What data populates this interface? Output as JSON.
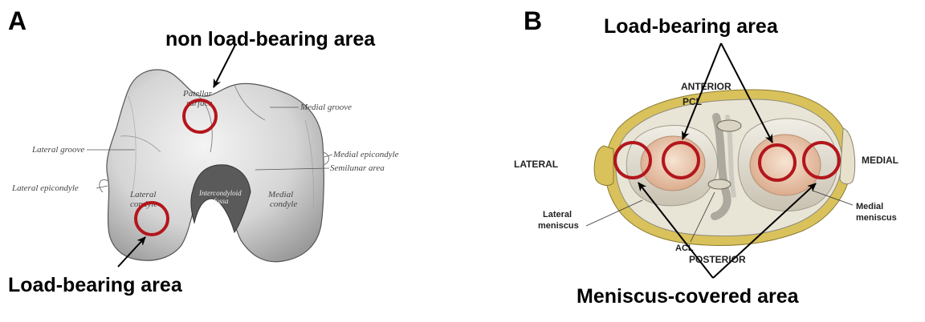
{
  "panel_a": {
    "letter": "A",
    "title_label": "non load-bearing area",
    "bottom_label": "Load-bearing area",
    "engraving_labels": {
      "patellar_surface_1": "Patellar",
      "patellar_surface_2": "surface",
      "medial_groove": "Medial groove",
      "lateral_groove": "Lateral groove",
      "medial_epicondyle": "Medial epicondyle",
      "semilunar_area": "Semilunar area",
      "lateral_epicondyle": "Lateral epicondyle",
      "lateral_condyle_1": "Lateral",
      "lateral_condyle_2": "condyle",
      "intercondyloid_fossa_1": "Intercondyloid",
      "intercondyloid_fossa_2": "fossa",
      "medial_condyle_1": "Medial",
      "medial_condyle_2": "condyle"
    }
  },
  "panel_b": {
    "letter": "B",
    "top_label": "Load-bearing area",
    "bottom_label": "Meniscus-covered area",
    "anatomy_labels": {
      "anterior": "ANTERIOR",
      "pcl": "PCL",
      "lateral": "LATERAL",
      "medial": "MEDIAL",
      "lateral_meniscus_1": "Lateral",
      "lateral_meniscus_2": "meniscus",
      "medial_meniscus_1": "Medial",
      "medial_meniscus_2": "meniscus",
      "acl": "ACL",
      "posterior": "POSTERIOR"
    }
  },
  "colors": {
    "marker_circle": "#b3161c",
    "arrow": "#000000",
    "bone_engraving": "#d9d9d9",
    "cartilage": "#e9c7a8",
    "meniscus": "#e6e1d3",
    "fat_pad": "#d9c25c"
  }
}
